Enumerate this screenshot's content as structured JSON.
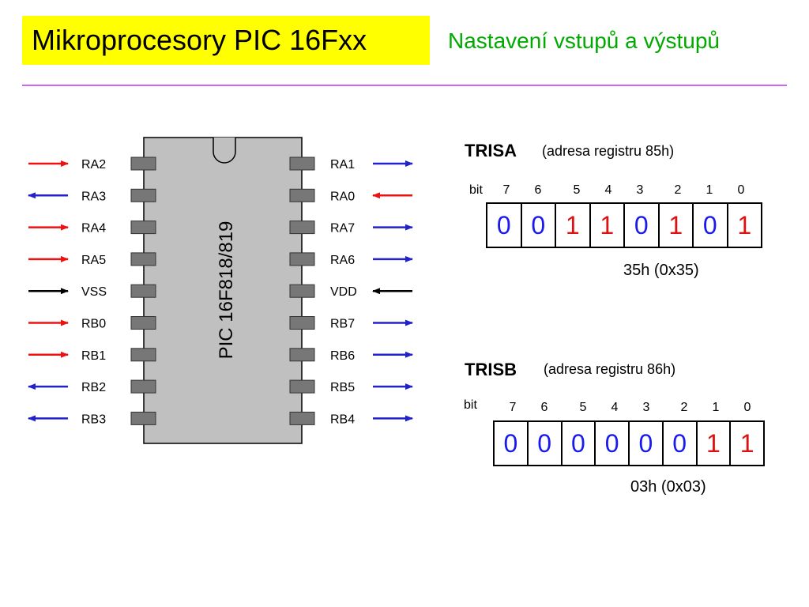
{
  "header": {
    "title": "Mikroprocesory PIC 16Fxx",
    "subtitle": "Nastavení vstupů a výstupů"
  },
  "chip": {
    "label": "PIC 16F818/819",
    "left_pins": [
      {
        "name": "RA2",
        "dir": "in"
      },
      {
        "name": "RA3",
        "dir": "out"
      },
      {
        "name": "RA4",
        "dir": "in"
      },
      {
        "name": "RA5",
        "dir": "in"
      },
      {
        "name": "VSS",
        "dir": "power"
      },
      {
        "name": "RB0",
        "dir": "in"
      },
      {
        "name": "RB1",
        "dir": "in"
      },
      {
        "name": "RB2",
        "dir": "out"
      },
      {
        "name": "RB3",
        "dir": "out"
      }
    ],
    "right_pins": [
      {
        "name": "RA1",
        "dir": "out"
      },
      {
        "name": "RA0",
        "dir": "in"
      },
      {
        "name": "RA7",
        "dir": "out"
      },
      {
        "name": "RA6",
        "dir": "out"
      },
      {
        "name": "VDD",
        "dir": "power"
      },
      {
        "name": "RB7",
        "dir": "out"
      },
      {
        "name": "RB6",
        "dir": "out"
      },
      {
        "name": "RB5",
        "dir": "out"
      },
      {
        "name": "RB4",
        "dir": "out"
      }
    ]
  },
  "colors": {
    "input_arrow": "#ee1111",
    "output_arrow": "#2222cc",
    "power_arrow": "#000000",
    "bit_zero": "#1a1aee",
    "bit_one": "#dd1111"
  },
  "trisa": {
    "name": "TRISA",
    "address": "(adresa registru 85h)",
    "bit_label": "bit",
    "bit_numbers": [
      "7",
      "6",
      "5",
      "4",
      "3",
      "2",
      "1",
      "0"
    ],
    "bits": [
      "0",
      "0",
      "1",
      "1",
      "0",
      "1",
      "0",
      "1"
    ],
    "value": "35h  (0x35)"
  },
  "trisb": {
    "name": "TRISB",
    "address": "(adresa registru 86h)",
    "bit_label": "bit",
    "bit_numbers": [
      "7",
      "6",
      "5",
      "4",
      "3",
      "2",
      "1",
      "0"
    ],
    "bits": [
      "0",
      "0",
      "0",
      "0",
      "0",
      "0",
      "1",
      "1"
    ],
    "value": "03h  (0x03)"
  }
}
